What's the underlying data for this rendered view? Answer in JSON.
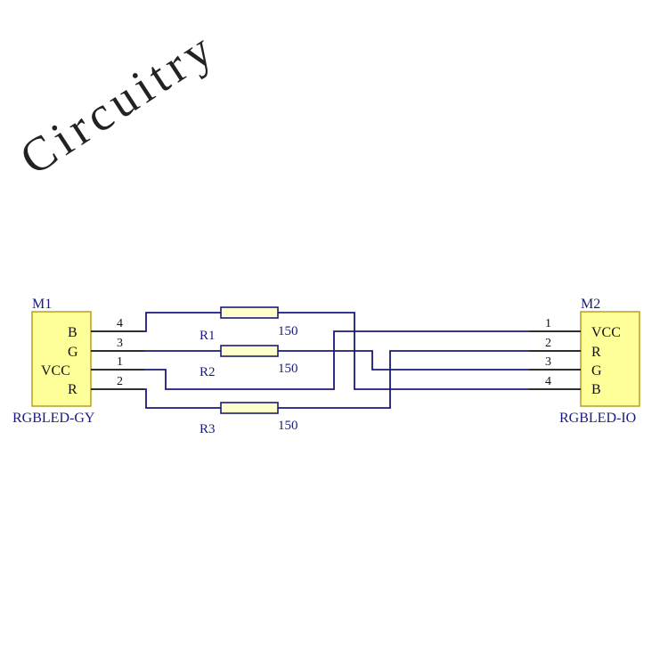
{
  "title": "Circuitry",
  "colors": {
    "wire": "#1a1a7a",
    "component_fill": "#ffff99",
    "resistor_fill": "#ffffcc",
    "text": "#1a1a7a"
  },
  "m1": {
    "ref": "M1",
    "part": "RGBLED-GY",
    "pins": [
      {
        "label": "B",
        "num": "4"
      },
      {
        "label": "G",
        "num": "3"
      },
      {
        "label": "VCC",
        "num": "1"
      },
      {
        "label": "R",
        "num": "2"
      }
    ]
  },
  "m2": {
    "ref": "M2",
    "part": "RGBLED-IO",
    "pins": [
      {
        "label": "VCC",
        "num": "1"
      },
      {
        "label": "R",
        "num": "2"
      },
      {
        "label": "G",
        "num": "3"
      },
      {
        "label": "B",
        "num": "4"
      }
    ]
  },
  "resistors": [
    {
      "ref": "R1",
      "value": "150"
    },
    {
      "ref": "R2",
      "value": "150"
    },
    {
      "ref": "R3",
      "value": "150"
    }
  ]
}
